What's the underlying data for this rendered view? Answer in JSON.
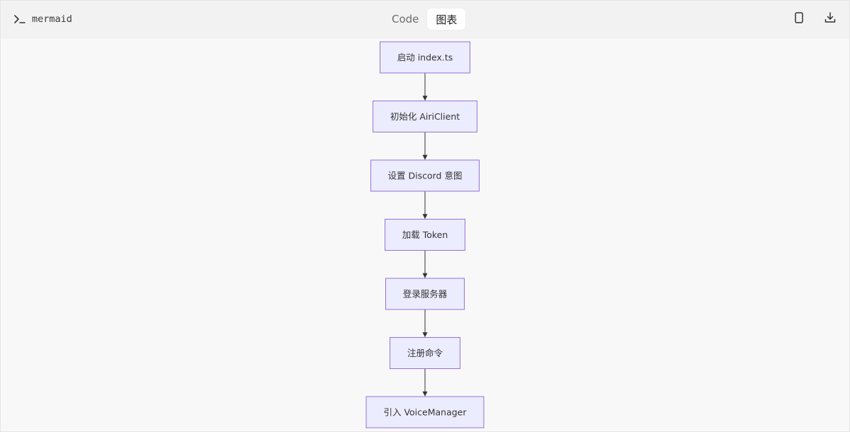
{
  "header": {
    "language_label": "mermaid",
    "language_icon": "terminal-prompt-icon",
    "tabs": [
      {
        "label": "Code",
        "active": false
      },
      {
        "label": "图表",
        "active": true
      }
    ],
    "actions": [
      {
        "name": "copy",
        "icon": "copy-icon"
      },
      {
        "name": "download",
        "icon": "download-icon"
      }
    ]
  },
  "diagram": {
    "type": "flowchart-TD",
    "node_fill": "#ececff",
    "node_stroke": "#9370db",
    "nodes": [
      {
        "id": "n1",
        "label": "启动 index.ts"
      },
      {
        "id": "n2",
        "label": "初始化 AiriClient"
      },
      {
        "id": "n3",
        "label": "设置 Discord 意图"
      },
      {
        "id": "n4",
        "label": "加载 Token"
      },
      {
        "id": "n5",
        "label": "登录服务器"
      },
      {
        "id": "n6",
        "label": "注册命令"
      },
      {
        "id": "n7",
        "label": "引入 VoiceManager"
      }
    ],
    "edges": [
      {
        "from": "n1",
        "to": "n2"
      },
      {
        "from": "n2",
        "to": "n3"
      },
      {
        "from": "n3",
        "to": "n4"
      },
      {
        "from": "n4",
        "to": "n5"
      },
      {
        "from": "n5",
        "to": "n6"
      },
      {
        "from": "n6",
        "to": "n7"
      }
    ]
  }
}
